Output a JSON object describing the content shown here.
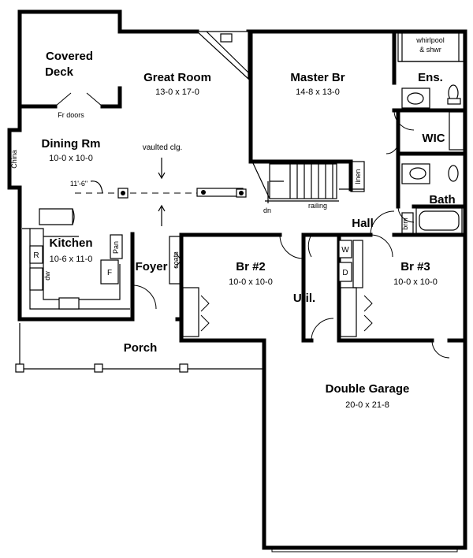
{
  "rooms": {
    "covered_deck": {
      "line1": "Covered",
      "line2": "Deck"
    },
    "great_room": {
      "name": "Great Room",
      "dims": "13-0 x 17-0"
    },
    "master_br": {
      "name": "Master Br",
      "dims": "14-8 x 13-0"
    },
    "dining": {
      "name": "Dining Rm",
      "dims": "10-0 x 10-0"
    },
    "kitchen": {
      "name": "Kitchen",
      "dims": "10-6 x 11-0"
    },
    "br2": {
      "name": "Br #2",
      "dims": "10-0 x 10-0"
    },
    "br3": {
      "name": "Br #3",
      "dims": "10-0 x 10-0"
    },
    "garage": {
      "name": "Double Garage",
      "dims": "20-0 x 21-8"
    },
    "foyer": {
      "name": "Foyer"
    },
    "porch": {
      "name": "Porch"
    },
    "hall": {
      "name": "Hall"
    },
    "util": {
      "name": "Util."
    },
    "ensuite": {
      "name": "Ens."
    },
    "wic": {
      "name": "WIC"
    },
    "bath": {
      "name": "Bath"
    }
  },
  "notes": {
    "fr_doors": "Fr doors",
    "vaulted": "vaulted clg.",
    "china": "China",
    "dimension": "11'-6\"",
    "dn": "dn",
    "railing": "railing",
    "linen": "linen",
    "coats": "coats",
    "pan": "Pan",
    "dw": "dw",
    "brm": "brm",
    "whirlpool1": "whirlpool",
    "whirlpool2": "& shwr"
  },
  "appliances": {
    "refrigerator": "R",
    "range": "F",
    "washer": "W",
    "dryer": "D"
  }
}
